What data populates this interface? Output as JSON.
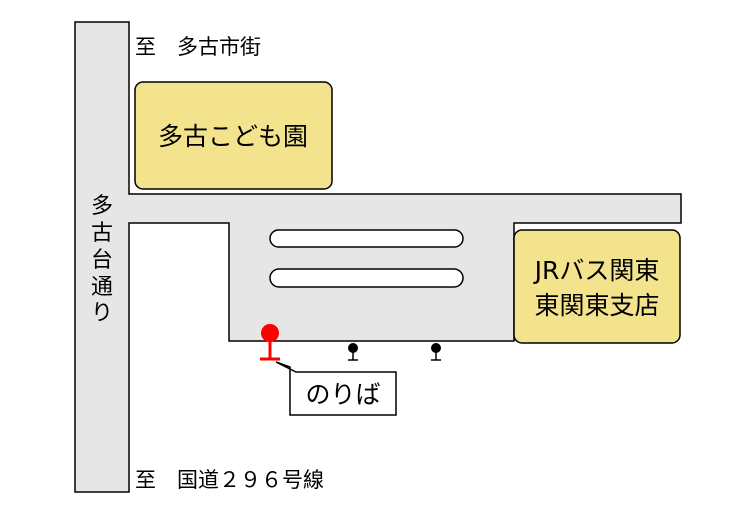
{
  "labels": {
    "to_north": "至　多古市街",
    "to_south": "至　国道２９６号線",
    "road_name": [
      "多",
      "古",
      "台",
      "通",
      "り"
    ],
    "kindergarten": "多古こども園",
    "bus_company_line1": "JRバス関東",
    "bus_company_line2": "東関東支店",
    "bus_stop": "のりば"
  },
  "colors": {
    "road": "#e6e6e6",
    "road_outline": "#000000",
    "building_fill": "#f2e38c",
    "stop_main": "#ff0000",
    "stop_other": "#000000"
  },
  "icons": {
    "main_stop": "bus-stop-pin-red",
    "other_stops": "bus-stop-pin-black"
  }
}
